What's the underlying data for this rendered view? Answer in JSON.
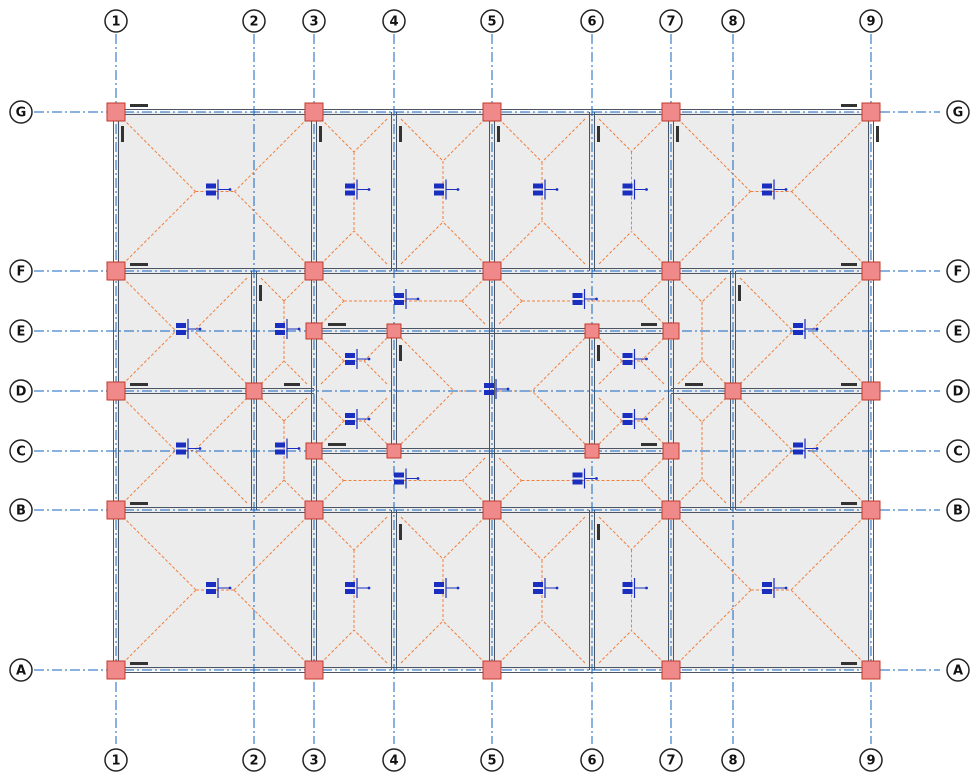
{
  "grid": {
    "columns": [
      "1",
      "2",
      "3",
      "4",
      "5",
      "6",
      "7",
      "8",
      "9"
    ],
    "rows": [
      "G",
      "F",
      "E",
      "D",
      "C",
      "B",
      "A"
    ]
  },
  "colors": {
    "axis": "#1565c0",
    "beam": "#4b5563",
    "column_fill": "#f08a8a",
    "column_stroke": "#c0392b",
    "slab_fill": "#ececec",
    "yield_line": "#f07f3c",
    "slab_label": "#1a2fbf",
    "bubble_stroke": "#222222"
  },
  "icons": [
    "column-marker",
    "grid-bubble",
    "slab-span-arrow"
  ]
}
